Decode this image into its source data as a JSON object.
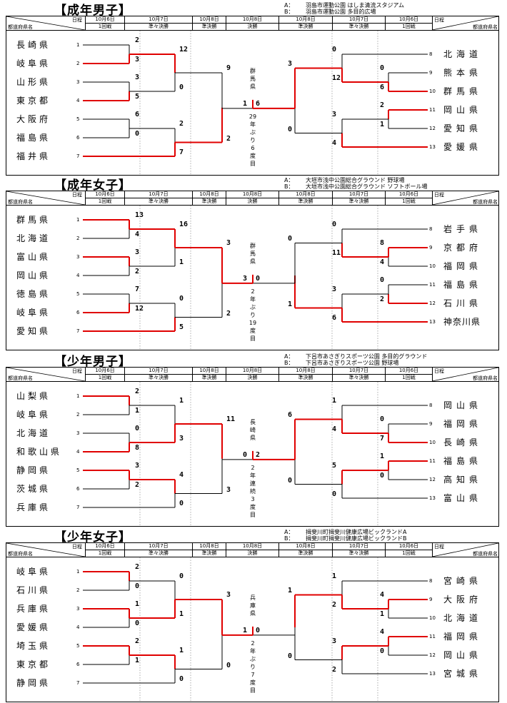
{
  "header": {
    "schedule_label": "日程",
    "pref_label": "都道府県名",
    "dates": [
      "10月6日",
      "10月7日",
      "10月8日",
      "10月8日",
      "10月8日",
      "10月7日",
      "10月6日"
    ],
    "rounds": [
      "1回戦",
      "準々決勝",
      "準決勝",
      "決勝",
      "準決勝",
      "準々決勝",
      "1回戦"
    ]
  },
  "sections": [
    {
      "title": "【成年男子】",
      "venue_a_key": "A：",
      "venue_a": "羽島市運動公園 はしま清流スタジアム",
      "venue_b_key": "B：",
      "venue_b": "羽島市運動公園 多目的広場",
      "left_teams": [
        {
          "name": "長崎県",
          "seed": "1"
        },
        {
          "name": "岐阜県",
          "seed": "2"
        },
        {
          "name": "山形県",
          "seed": "3"
        },
        {
          "name": "東京都",
          "seed": "4"
        },
        {
          "name": "大阪府",
          "seed": "5"
        },
        {
          "name": "福島県",
          "seed": "6"
        },
        {
          "name": "福井県",
          "seed": "7"
        }
      ],
      "right_teams": [
        {
          "name": "北海道",
          "seed": "8"
        },
        {
          "name": "熊本県",
          "seed": "9"
        },
        {
          "name": "群馬県",
          "seed": "10"
        },
        {
          "name": "岡山県",
          "seed": "11"
        },
        {
          "name": "愛知県",
          "seed": "12"
        },
        {
          "name": "愛媛県",
          "seed": "13"
        }
      ],
      "left_r1": [
        "2",
        "3",
        "3",
        "5",
        "6",
        "0"
      ],
      "left_qf": [
        "12",
        "0",
        "2",
        "7"
      ],
      "left_sf": [
        "9",
        "2"
      ],
      "final_left": "1",
      "final_right": "6",
      "right_sf": [
        "3",
        "0"
      ],
      "right_qf": [
        "0",
        "12",
        "3",
        "4"
      ],
      "right_r1": [
        "0",
        "6",
        "2",
        "1"
      ],
      "champion": "群馬県",
      "note": "29年ぶり6度目"
    },
    {
      "title": "【成年女子】",
      "venue_a_key": "A：",
      "venue_a": "大垣市浅中公園総合グラウンド 野球場",
      "venue_b_key": "B：",
      "venue_b": "大垣市浅中公園総合グラウンド ソフトボール場",
      "left_teams": [
        {
          "name": "群馬県",
          "seed": "1"
        },
        {
          "name": "北海道",
          "seed": "2"
        },
        {
          "name": "富山県",
          "seed": "3"
        },
        {
          "name": "岡山県",
          "seed": "4"
        },
        {
          "name": "徳島県",
          "seed": "5"
        },
        {
          "name": "岐阜県",
          "seed": "6"
        },
        {
          "name": "愛知県",
          "seed": "7"
        }
      ],
      "right_teams": [
        {
          "name": "岩手県",
          "seed": "8"
        },
        {
          "name": "京都府",
          "seed": "9"
        },
        {
          "name": "福岡県",
          "seed": "10"
        },
        {
          "name": "福島県",
          "seed": "11"
        },
        {
          "name": "石川県",
          "seed": "12"
        },
        {
          "name": "神奈川県",
          "seed": "13"
        }
      ],
      "left_r1": [
        "13",
        "4",
        "3",
        "2",
        "7",
        "12"
      ],
      "left_qf": [
        "16",
        "1",
        "0",
        "5"
      ],
      "left_sf": [
        "3",
        "2"
      ],
      "final_left": "3",
      "final_right": "0",
      "right_sf": [
        "0",
        "1"
      ],
      "right_qf": [
        "0",
        "11",
        "3",
        "6"
      ],
      "right_r1": [
        "8",
        "4",
        "0",
        "2"
      ],
      "champion": "群馬県",
      "note": "2年ぶり19度目"
    },
    {
      "title": "【少年男子】",
      "venue_a_key": "A：",
      "venue_a": "下呂市あさぎりスポーツ公園 多目的グラウンド",
      "venue_b_key": "B：",
      "venue_b": "下呂市あさぎりスポーツ公園 野球場",
      "left_teams": [
        {
          "name": "山梨県",
          "seed": "1"
        },
        {
          "name": "岐阜県",
          "seed": "2"
        },
        {
          "name": "北海道",
          "seed": "3"
        },
        {
          "name": "和歌山県",
          "seed": "4"
        },
        {
          "name": "静岡県",
          "seed": "5"
        },
        {
          "name": "茨城県",
          "seed": "6"
        },
        {
          "name": "兵庫県",
          "seed": "7"
        }
      ],
      "right_teams": [
        {
          "name": "岡山県",
          "seed": "8"
        },
        {
          "name": "福岡県",
          "seed": "9"
        },
        {
          "name": "長崎県",
          "seed": "10"
        },
        {
          "name": "福島県",
          "seed": "11"
        },
        {
          "name": "高知県",
          "seed": "12"
        },
        {
          "name": "富山県",
          "seed": "13"
        }
      ],
      "left_r1": [
        "2",
        "1",
        "0",
        "8",
        "3",
        "2"
      ],
      "left_qf": [
        "1",
        "3",
        "4",
        "0"
      ],
      "left_sf": [
        "11",
        "3"
      ],
      "final_left": "0",
      "final_right": "2",
      "right_sf": [
        "6",
        "0"
      ],
      "right_qf": [
        "1",
        "4",
        "5",
        "0"
      ],
      "right_r1": [
        "0",
        "7",
        "1",
        "0"
      ],
      "champion": "長崎県",
      "note": "2年連続3度目"
    },
    {
      "title": "【少年女子】",
      "venue_a_key": "A：",
      "venue_a": "揖斐川町揖斐川健康広場ビックランドA",
      "venue_b_key": "B：",
      "venue_b": "揖斐川町揖斐川健康広場ビックランドB",
      "left_teams": [
        {
          "name": "岐阜県",
          "seed": "1"
        },
        {
          "name": "石川県",
          "seed": "2"
        },
        {
          "name": "兵庫県",
          "seed": "3"
        },
        {
          "name": "愛媛県",
          "seed": "4"
        },
        {
          "name": "埼玉県",
          "seed": "5"
        },
        {
          "name": "東京都",
          "seed": "6"
        },
        {
          "name": "静岡県",
          "seed": "7"
        }
      ],
      "right_teams": [
        {
          "name": "宮崎県",
          "seed": "8"
        },
        {
          "name": "大阪府",
          "seed": "9"
        },
        {
          "name": "北海道",
          "seed": "10"
        },
        {
          "name": "福岡県",
          "seed": "11"
        },
        {
          "name": "岡山県",
          "seed": "12"
        },
        {
          "name": "宮城県",
          "seed": "13"
        }
      ],
      "left_r1": [
        "2",
        "0",
        "1",
        "0",
        "2",
        "1"
      ],
      "left_qf": [
        "0",
        "1",
        "1",
        "0"
      ],
      "left_sf": [
        "3",
        "0"
      ],
      "final_left": "1",
      "final_right": "0",
      "right_sf": [
        "1",
        "0"
      ],
      "right_qf": [
        "1",
        "2",
        "3",
        "2"
      ],
      "right_r1": [
        "4",
        "1",
        "4",
        "0"
      ],
      "champion": "兵庫県",
      "note": "2年ぶり7度目"
    }
  ],
  "colors": {
    "winner_line": "#e00000",
    "line": "#000000"
  }
}
